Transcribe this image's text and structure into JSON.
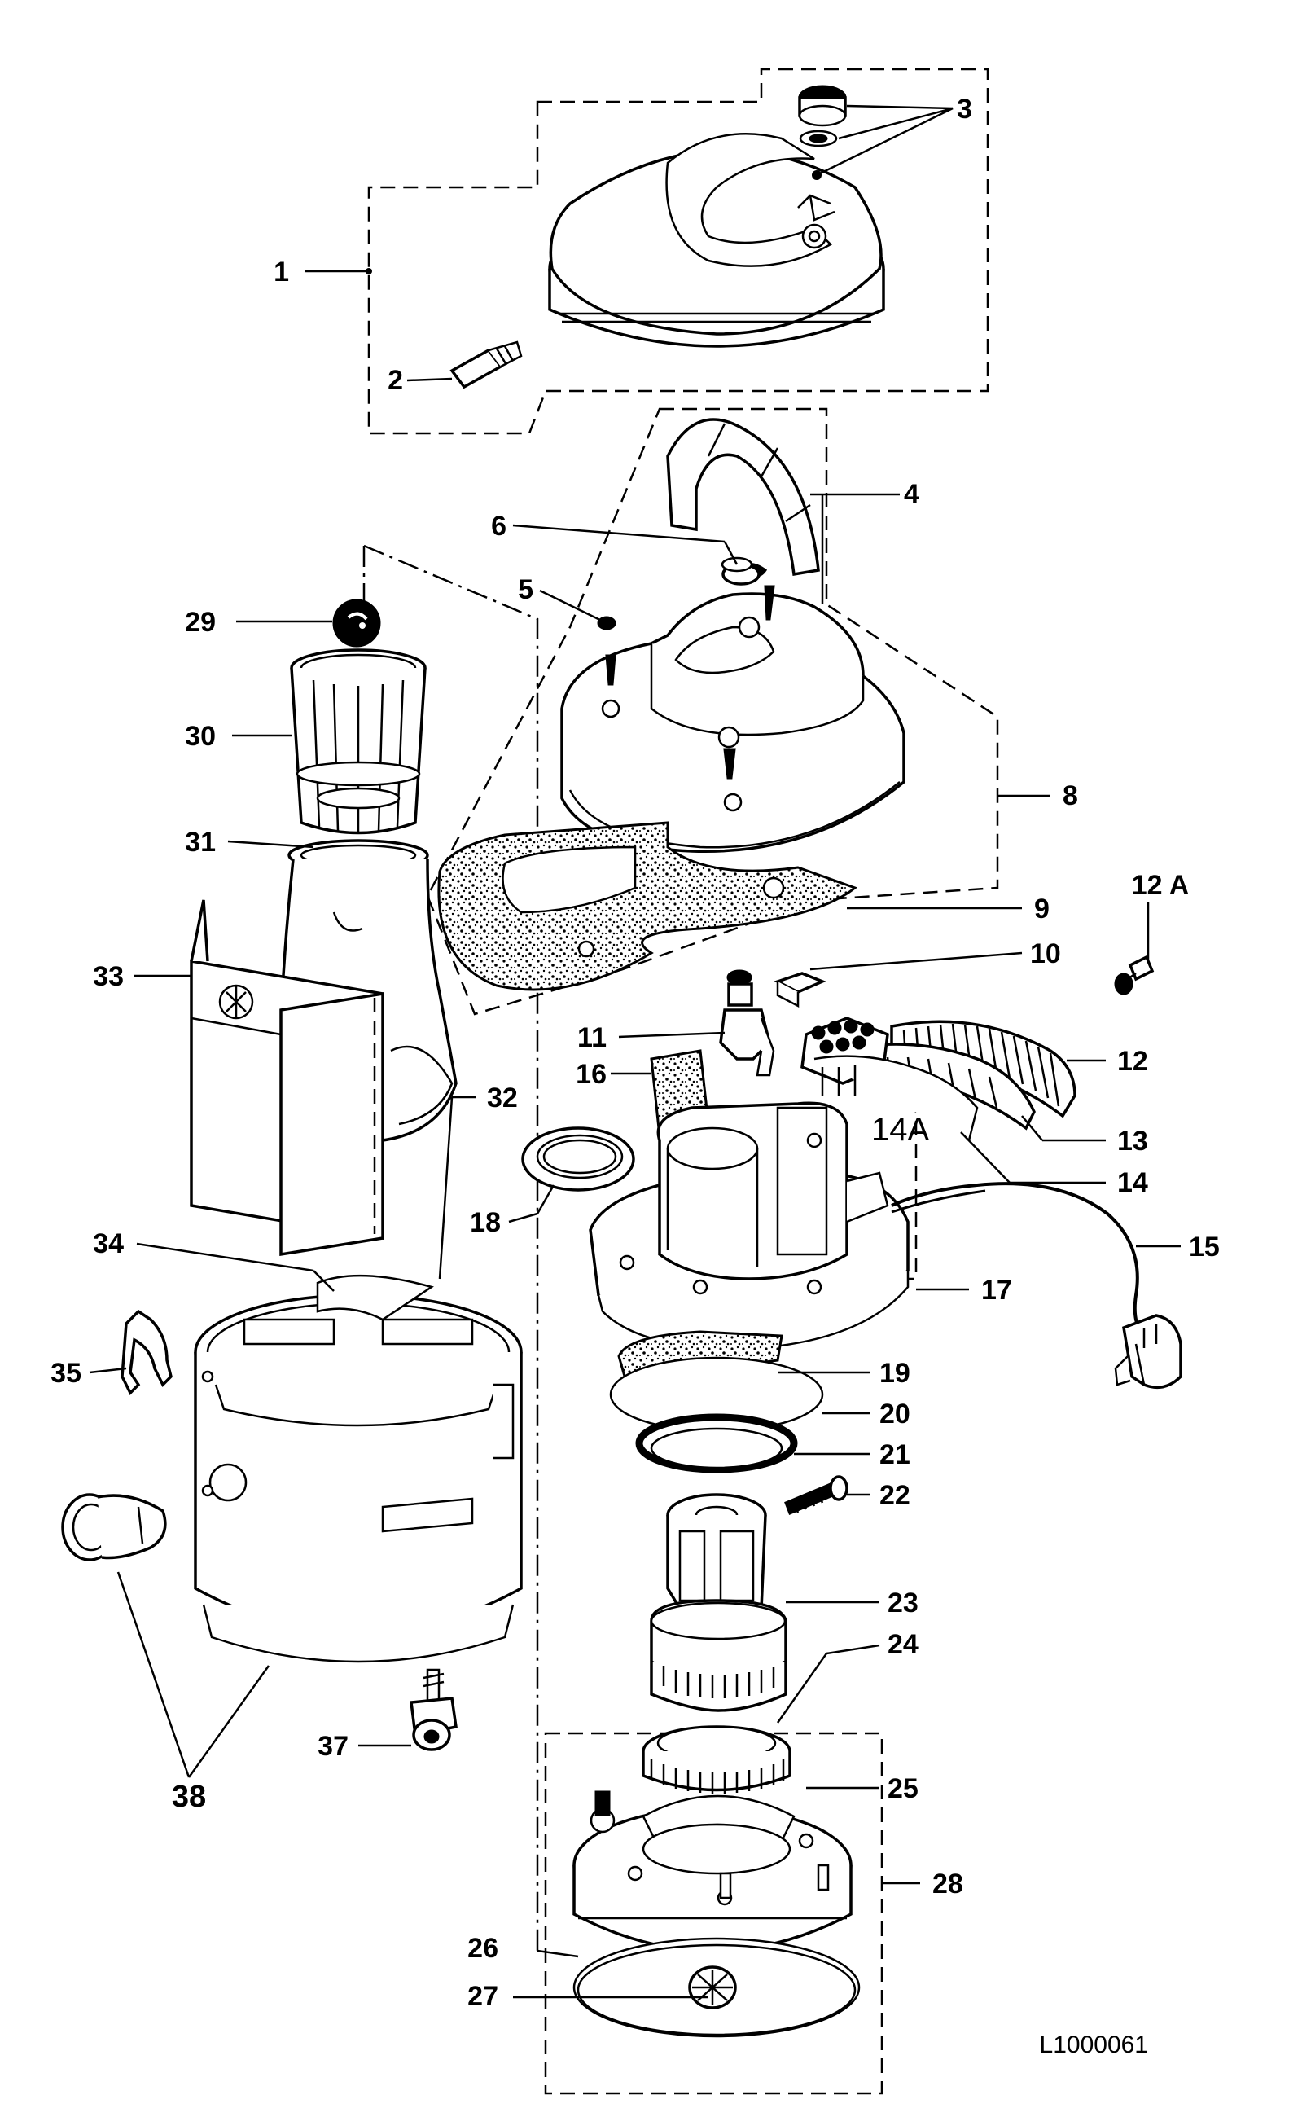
{
  "figure": {
    "reference_code": "L1000061"
  },
  "callouts": [
    {
      "id": "1",
      "text": "1"
    },
    {
      "id": "2",
      "text": "2"
    },
    {
      "id": "3",
      "text": "3"
    },
    {
      "id": "4",
      "text": "4"
    },
    {
      "id": "5",
      "text": "5"
    },
    {
      "id": "6",
      "text": "6"
    },
    {
      "id": "8",
      "text": "8"
    },
    {
      "id": "9",
      "text": "9"
    },
    {
      "id": "10",
      "text": "10"
    },
    {
      "id": "11",
      "text": "11"
    },
    {
      "id": "12",
      "text": "12"
    },
    {
      "id": "12A",
      "text": "12 A"
    },
    {
      "id": "13",
      "text": "13"
    },
    {
      "id": "14",
      "text": "14"
    },
    {
      "id": "14A",
      "text": "14A"
    },
    {
      "id": "15",
      "text": "15"
    },
    {
      "id": "16",
      "text": "16"
    },
    {
      "id": "17",
      "text": "17"
    },
    {
      "id": "18",
      "text": "18"
    },
    {
      "id": "19",
      "text": "19"
    },
    {
      "id": "20",
      "text": "20"
    },
    {
      "id": "21",
      "text": "21"
    },
    {
      "id": "22",
      "text": "22"
    },
    {
      "id": "23",
      "text": "23"
    },
    {
      "id": "24",
      "text": "24"
    },
    {
      "id": "25",
      "text": "25"
    },
    {
      "id": "26",
      "text": "26"
    },
    {
      "id": "27",
      "text": "27"
    },
    {
      "id": "28",
      "text": "28"
    },
    {
      "id": "29",
      "text": "29"
    },
    {
      "id": "30",
      "text": "30"
    },
    {
      "id": "31",
      "text": "31"
    },
    {
      "id": "32",
      "text": "32"
    },
    {
      "id": "33",
      "text": "33"
    },
    {
      "id": "34",
      "text": "34"
    },
    {
      "id": "35",
      "text": "35"
    },
    {
      "id": "37",
      "text": "37"
    },
    {
      "id": "38",
      "text": "38"
    }
  ]
}
